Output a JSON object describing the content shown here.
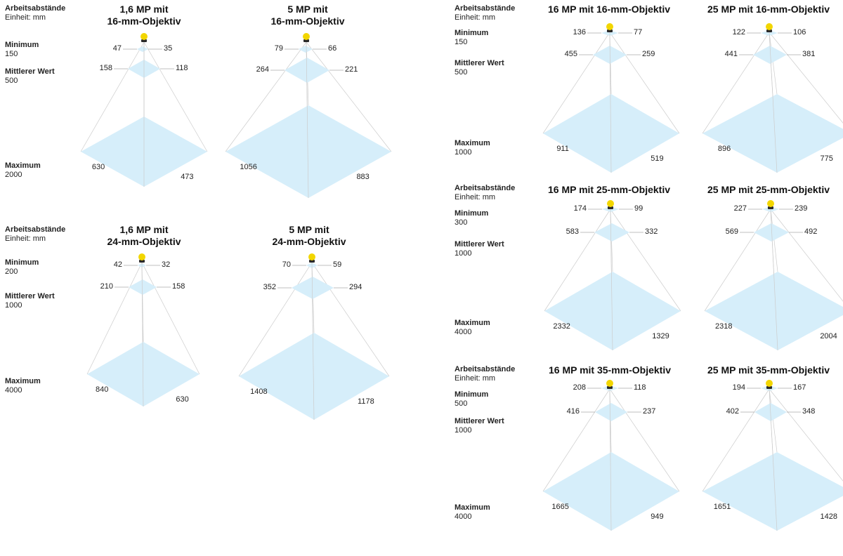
{
  "labels": {
    "header": "Arbeitsabstände",
    "unit": "Einheit: mm",
    "min": "Minimum",
    "mid": "Mittlerer Wert",
    "max": "Maximum"
  },
  "colors": {
    "plane_fill": "#d6eefa",
    "guide": "#cccccc",
    "tick": "#aaaaaa",
    "camera": "#f2d600",
    "camera_dark": "#2a2a2a"
  },
  "icons": {
    "camera": "camera-icon"
  },
  "groups": [
    {
      "id": "g16",
      "distances": {
        "min": "150",
        "mid": "500",
        "max": "2000"
      },
      "diagrams": [
        {
          "title": "1,6 MP mit\n16-mm-Objektiv",
          "min": [
            "47",
            "35"
          ],
          "mid": [
            "158",
            "118"
          ],
          "max": [
            "630",
            "473"
          ]
        },
        {
          "title": "5 MP mit\n16-mm-Objektiv",
          "min": [
            "79",
            "66"
          ],
          "mid": [
            "264",
            "221"
          ],
          "max": [
            "1056",
            "883"
          ]
        }
      ]
    },
    {
      "id": "g24",
      "distances": {
        "min": "200",
        "mid": "1000",
        "max": "4000"
      },
      "diagrams": [
        {
          "title": "1,6 MP mit\n24-mm-Objektiv",
          "min": [
            "42",
            "32"
          ],
          "mid": [
            "210",
            "158"
          ],
          "max": [
            "840",
            "630"
          ]
        },
        {
          "title": "5 MP mit\n24-mm-Objektiv",
          "min": [
            "70",
            "59"
          ],
          "mid": [
            "352",
            "294"
          ],
          "max": [
            "1408",
            "1178"
          ]
        }
      ]
    },
    {
      "id": "r16",
      "distances": {
        "min": "150",
        "mid": "500",
        "max": "1000"
      },
      "diagrams": [
        {
          "title": "16 MP mit 16-mm-Objektiv",
          "min": [
            "136",
            "77"
          ],
          "mid": [
            "455",
            "259"
          ],
          "max": [
            "911",
            "519"
          ]
        },
        {
          "title": "25 MP mit 16-mm-Objektiv",
          "min": [
            "122",
            "106"
          ],
          "mid": [
            "441",
            "381"
          ],
          "max": [
            "896",
            "775"
          ]
        }
      ]
    },
    {
      "id": "r25",
      "distances": {
        "min": "300",
        "mid": "1000",
        "max": "4000"
      },
      "diagrams": [
        {
          "title": "16 MP mit 25-mm-Objektiv",
          "min": [
            "174",
            "99"
          ],
          "mid": [
            "583",
            "332"
          ],
          "max": [
            "2332",
            "1329"
          ]
        },
        {
          "title": "25 MP mit 25-mm-Objektiv",
          "min": [
            "227",
            "239"
          ],
          "mid": [
            "569",
            "492"
          ],
          "max": [
            "2318",
            "2004"
          ]
        }
      ]
    },
    {
      "id": "r35",
      "distances": {
        "min": "500",
        "mid": "1000",
        "max": "4000"
      },
      "diagrams": [
        {
          "title": "16 MP mit 35-mm-Objektiv",
          "min": [
            "208",
            "118"
          ],
          "mid": [
            "416",
            "237"
          ],
          "max": [
            "1665",
            "949"
          ]
        },
        {
          "title": "25 MP mit 35-mm-Objektiv",
          "min": [
            "194",
            "167"
          ],
          "mid": [
            "402",
            "348"
          ],
          "max": [
            "1651",
            "1428"
          ]
        }
      ]
    }
  ]
}
